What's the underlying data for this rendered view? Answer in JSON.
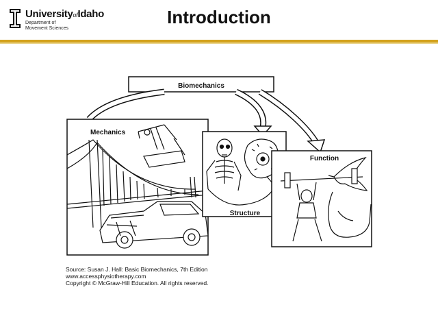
{
  "header": {
    "logo": {
      "icon": "block-i-icon",
      "university_word": "University",
      "of_word": "of",
      "idaho_word": "Idaho",
      "department": "Department of\nMovement Sciences"
    },
    "title": "Introduction",
    "accent_color": "#d3a21c"
  },
  "diagram": {
    "top_label": "Biomechanics",
    "panels": {
      "mechanics": "Mechanics",
      "structure": "Structure",
      "function": "Function"
    }
  },
  "source": {
    "line1": "Source: Susan J. Hall: Basic Biomechanics, 7th Edition",
    "line2": "www.accessphysiotherapy.com",
    "line3": "Copyright © McGraw-Hill Education.  All rights reserved."
  }
}
